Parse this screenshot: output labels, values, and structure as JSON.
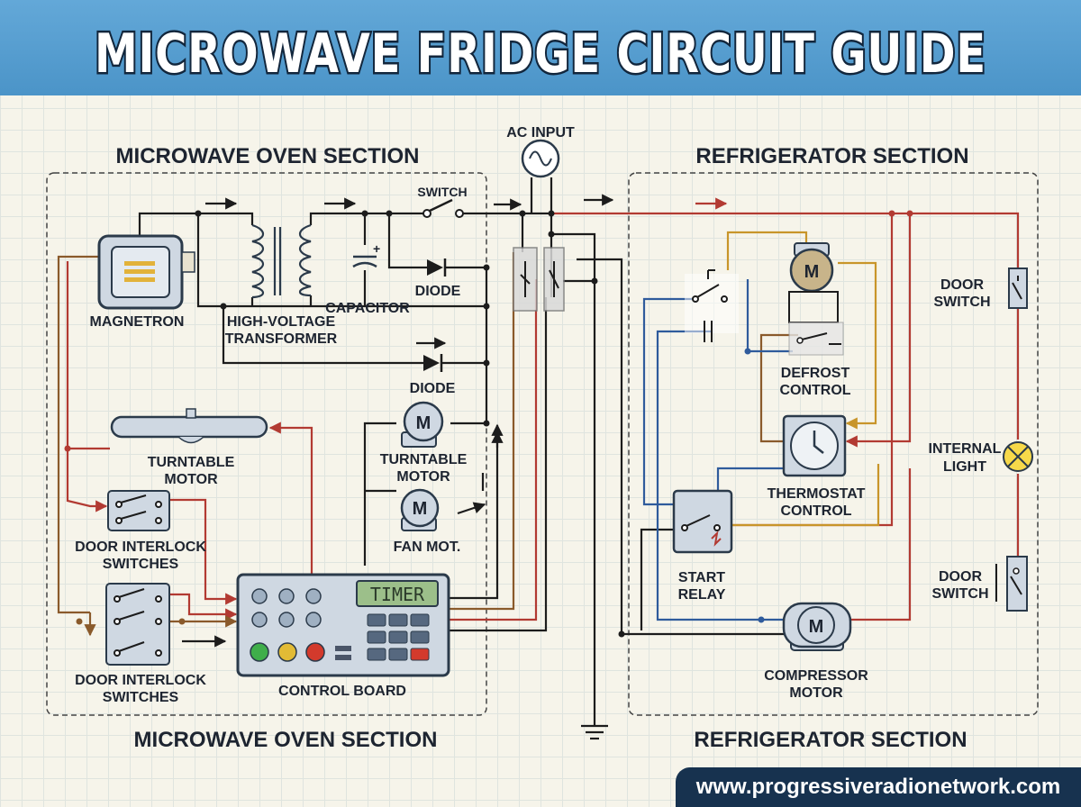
{
  "title": "MICROWAVE FRIDGE CIRCUIT GUIDE",
  "sections": {
    "microwave_top": "MICROWAVE OVEN SECTION",
    "refrigerator_top": "REFRIGERATOR SECTION",
    "microwave_bottom": "MICROWAVE OVEN SECTION",
    "refrigerator_bottom": "REFRIGERATOR SECTION"
  },
  "ac_input": "AC INPUT",
  "microwave": {
    "magnetron": "MAGNETRON",
    "transformer_line1": "HIGH-VOLTAGE",
    "transformer_line2": "TRANSFORMER",
    "capacitor": "CAPACITOR",
    "switch": "SWITCH",
    "diode_top": "DIODE",
    "diode_bottom": "DIODE",
    "turntable_left_line1": "TURNTABLE",
    "turntable_left_line2": "MOTOR",
    "turntable_motor_line1": "TURNTABLE",
    "turntable_motor_line2": "MOTOR",
    "fan_motor": "FAN MOT.",
    "interlock_a_line1": "DOOR INTERLOCK",
    "interlock_a_line2": "SWITCHES",
    "interlock_b_line1": "DOOR INTERLOCK",
    "interlock_b_line2": "SWITCHES",
    "control_board": "CONTROL BOARD",
    "timer_display": "TIMER"
  },
  "refrigerator": {
    "defrost_line1": "DEFROST",
    "defrost_line2": "CONTROL",
    "thermostat_line1": "THERMOSTAT",
    "thermostat_line2": "CONTROL",
    "start_relay_line1": "START",
    "start_relay_line2": "RELAY",
    "compressor_line1": "COMPRESSOR",
    "compressor_line2": "MOTOR",
    "door_switch_top_line1": "DOOR",
    "door_switch_top_line2": "SWITCH",
    "door_switch_bottom_line1": "DOOR",
    "door_switch_bottom_line2": "SWITCH",
    "internal_light_line1": "INTERNAL",
    "internal_light_line2": "LIGHT"
  },
  "motor_symbol": "M",
  "plus_sign": "+",
  "footer_url": "www.progressiveradionetwork.com",
  "colors": {
    "banner": "#4b94c8",
    "wire_black": "#1c1c1c",
    "wire_red": "#b23a32",
    "wire_blue": "#2f5b9c",
    "wire_brown": "#8a5a2b",
    "wire_gold": "#c8952a",
    "component_fill": "#cfd8e2",
    "footer": "#17324f"
  },
  "icons": [
    "ac-source-icon",
    "motor-icon",
    "diode-icon",
    "capacitor-icon",
    "switch-icon",
    "timer-dial-icon",
    "lamp-icon",
    "ground-icon",
    "arrow-icon"
  ]
}
